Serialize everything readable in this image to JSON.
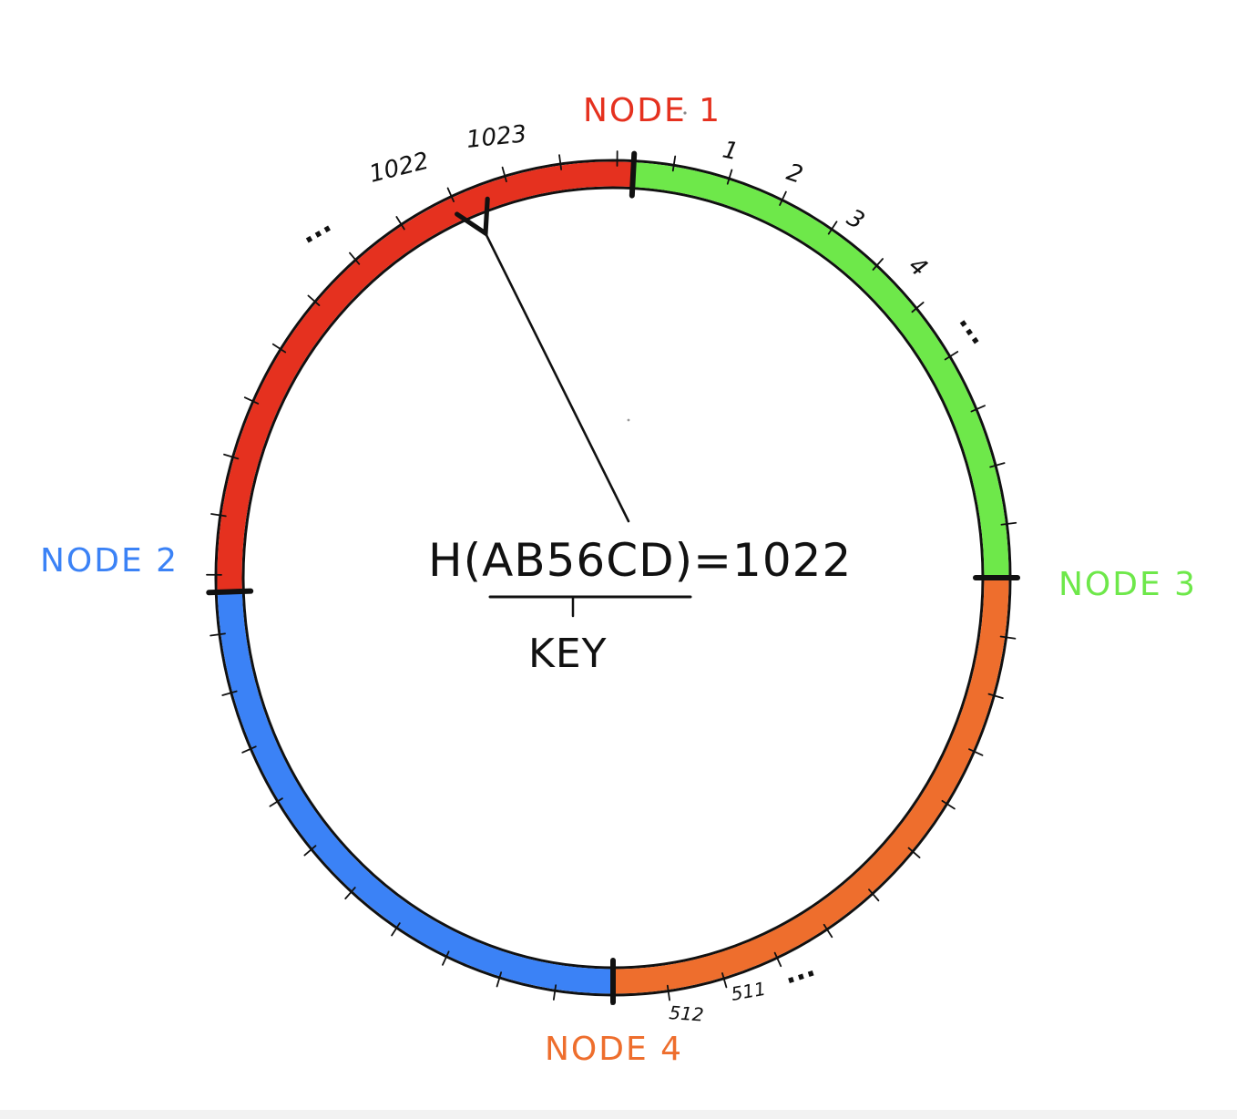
{
  "colors": {
    "node1": "#e5311f",
    "node2": "#3b82f6",
    "node3": "#6ee84a",
    "node4": "#ee6e2d",
    "ink": "#111111",
    "background": "#ffffff"
  },
  "nodes": [
    {
      "id": "node1",
      "label": "NODE 1",
      "color": "#e5311f"
    },
    {
      "id": "node2",
      "label": "NODE 2",
      "color": "#3b82f6"
    },
    {
      "id": "node3",
      "label": "NODE 3",
      "color": "#6ee84a"
    },
    {
      "id": "node4",
      "label": "NODE 4",
      "color": "#ee6e2d"
    }
  ],
  "ring_labels": {
    "one": "1",
    "two": "2",
    "three": "3",
    "four": "4",
    "v1022": "1022",
    "v1023": "1023",
    "v511": "511",
    "v512": "512",
    "ellipsis": "..."
  },
  "formula": {
    "expression": "H(AB56CD)=1022",
    "key_label": "KEY"
  }
}
